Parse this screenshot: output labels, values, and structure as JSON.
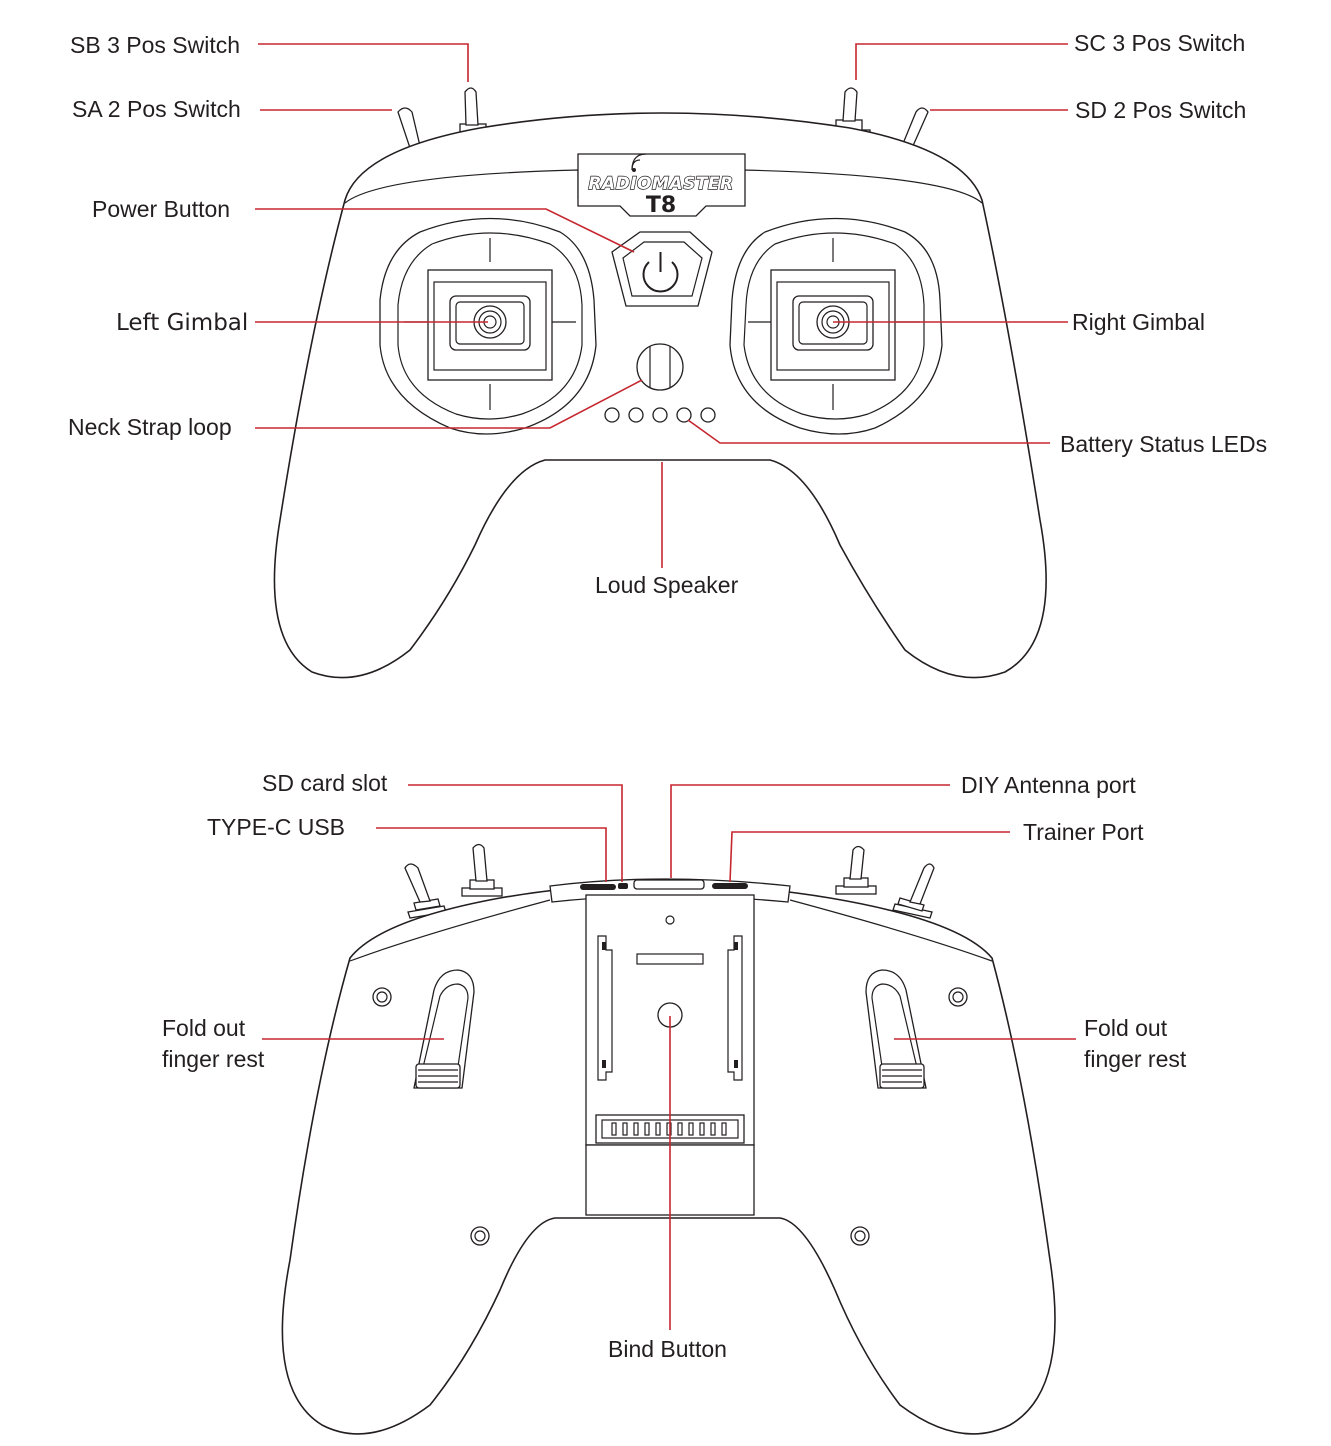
{
  "front_view": {
    "brand": "RADIOMASTER",
    "model": "T8",
    "labels": {
      "sb_switch": "SB 3 Pos Switch",
      "sa_switch": "SA 2 Pos Switch",
      "sc_switch": "SC 3 Pos Switch",
      "sd_switch": "SD 2 Pos Switch",
      "power_button": "Power Button",
      "left_gimbal": "Left Gimbal",
      "right_gimbal": "Right Gimbal",
      "neck_strap": "Neck Strap loop",
      "battery_leds": "Battery Status LEDs",
      "loud_speaker": "Loud Speaker"
    },
    "led_count": 5
  },
  "back_view": {
    "labels": {
      "sd_card_slot": "SD card slot",
      "type_c_usb": "TYPE-C USB",
      "diy_antenna": "DIY Antenna port",
      "trainer_port": "Trainer Port",
      "finger_rest_left_1": "Fold out",
      "finger_rest_left_2": "finger rest",
      "finger_rest_right_1": "Fold out",
      "finger_rest_right_2": "finger rest",
      "bind_button": "Bind Button"
    },
    "connector_pins": 11
  },
  "colors": {
    "outline": "#231f20",
    "leader_line": "#c6262e",
    "background": "#ffffff"
  }
}
